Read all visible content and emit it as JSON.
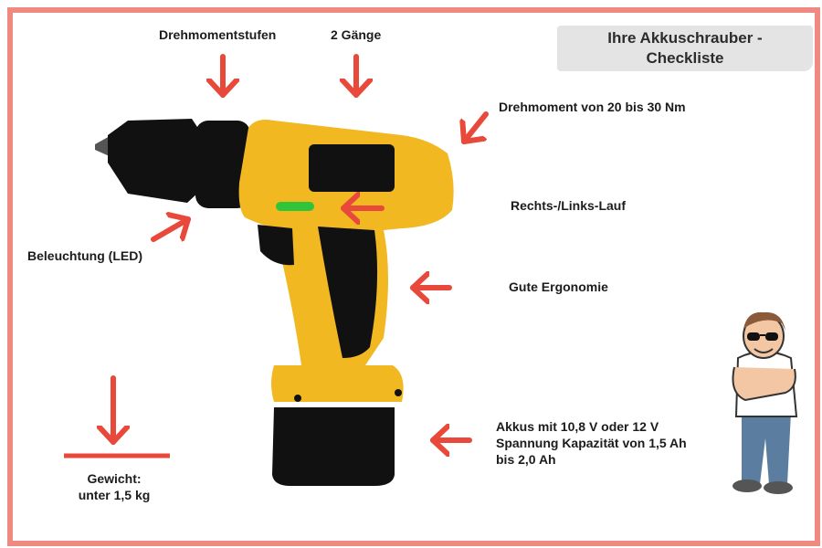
{
  "title": {
    "line1": "Ihre Akkuschrauber -",
    "line2": "Checkliste"
  },
  "labels": {
    "torque_steps": "Drehmomentstufen",
    "gears": "2 Gänge",
    "torque": "Drehmoment von 20 bis 30 Nm",
    "direction": "Rechts-/Links-Lauf",
    "led": "Beleuchtung (LED)",
    "ergonomics": "Gute Ergonomie",
    "battery": {
      "line1": "Akkus mit 10,8 V oder 12 V",
      "line2": "Spannung Kapazität von 1,5 Ah",
      "line3": "bis 2,0 Ah"
    },
    "weight": {
      "line1": "Gewicht:",
      "line2": "unter 1,5 kg"
    }
  },
  "colors": {
    "frame": "#f08a80",
    "arrow": "#e8493a",
    "drill_body": "#f2b822",
    "drill_dark": "#111111",
    "led_green": "#2fc43a",
    "title_bg": "#e4e4e4"
  }
}
